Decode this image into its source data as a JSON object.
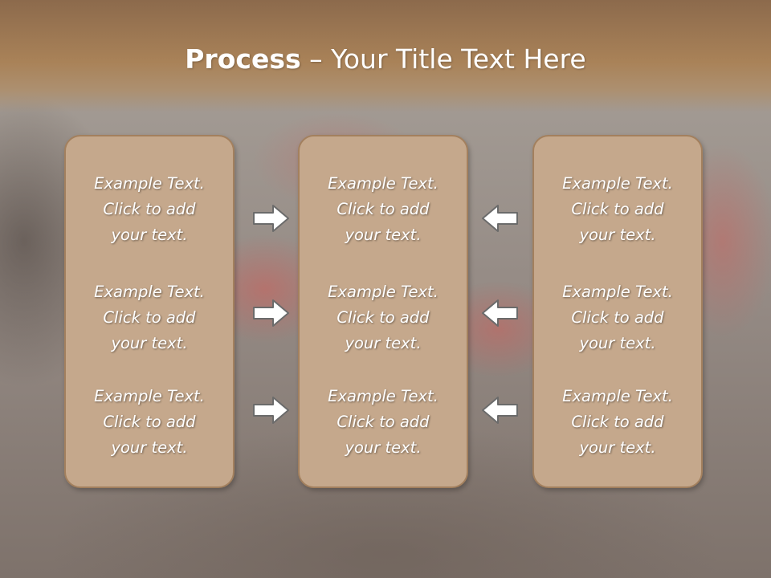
{
  "title": {
    "bold": "Process",
    "rest": " – Your Title Text Here"
  },
  "panels": [
    {
      "blocks": [
        {
          "line1": "Example Text.",
          "line2": "Click  to add",
          "line3": "your text."
        },
        {
          "line1": "Example Text.",
          "line2": "Click  to add",
          "line3": "your text."
        },
        {
          "line1": "Example Text.",
          "line2": "Click  to add",
          "line3": "your text."
        }
      ]
    },
    {
      "blocks": [
        {
          "line1": "Example Text.",
          "line2": "Click  to add",
          "line3": "your text."
        },
        {
          "line1": "Example Text.",
          "line2": "Click  to add",
          "line3": "your text."
        },
        {
          "line1": "Example Text.",
          "line2": "Click  to add",
          "line3": "your text."
        }
      ]
    },
    {
      "blocks": [
        {
          "line1": "Example Text.",
          "line2": "Click  to add",
          "line3": "your text."
        },
        {
          "line1": "Example Text.",
          "line2": "Click  to add",
          "line3": "your text."
        },
        {
          "line1": "Example Text.",
          "line2": "Click  to add",
          "line3": "your text."
        }
      ]
    }
  ],
  "arrows": {
    "left_column_icon": "arrow-right-icon",
    "right_column_icon": "arrow-left-icon"
  },
  "colors": {
    "title_bar": "#a98258",
    "panel_fill": "#c5a88c",
    "panel_border": "#a3805e",
    "arrow_fill": "#ffffff",
    "arrow_stroke": "#6b6b6b"
  }
}
